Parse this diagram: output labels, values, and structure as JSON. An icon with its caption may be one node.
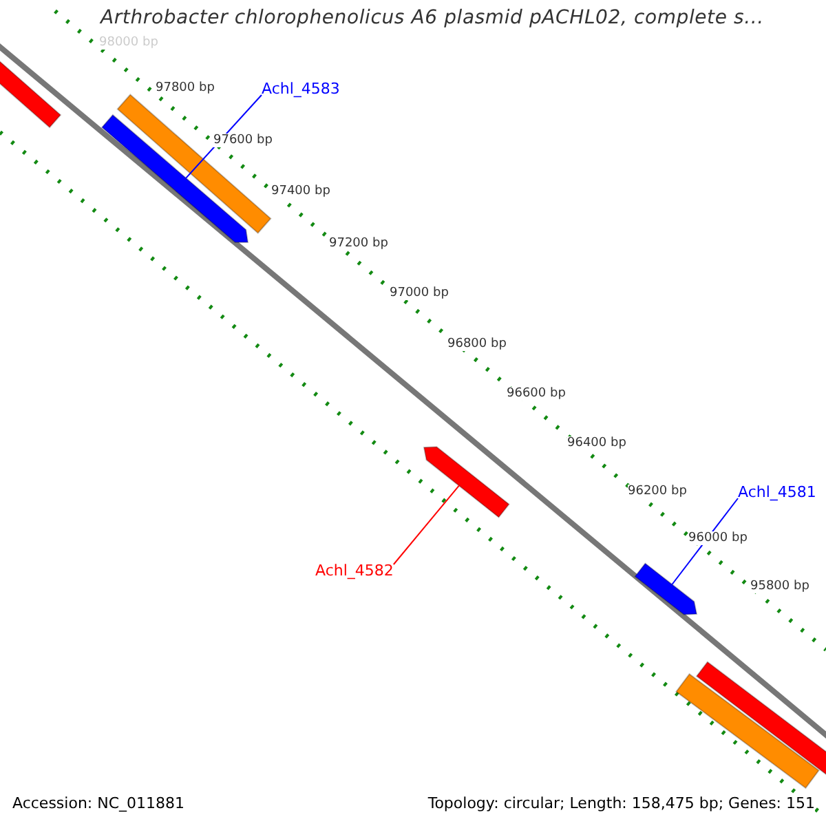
{
  "diagram": {
    "title": "Arthrobacter chlorophenolicus A6 plasmid pACHL02, complete s...",
    "nodes": [
      {
        "text": [
          "Achl_4583"
        ]
      },
      {
        "text": [],
        "shape": "bar"
      },
      {
        "text": [],
        "shape": "bar"
      },
      {
        "text": [],
        "shape": "arrow"
      },
      {
        "text": [
          "Achl_4582"
        ]
      },
      {
        "text": [],
        "shape": "arrow"
      },
      {
        "text": [
          "Achl_4581"
        ]
      },
      {
        "text": [],
        "shape": "arrow"
      },
      {
        "text": [],
        "shape": "bar"
      },
      {
        "text": [],
        "shape": "bar"
      }
    ],
    "edges": [
      {
        "from": 0,
        "to": 3,
        "arrow": "none",
        "color": "#0000ff"
      },
      {
        "from": 4,
        "to": 5,
        "arrow": "none",
        "color": "#ff0000"
      },
      {
        "from": 6,
        "to": 7,
        "arrow": "none",
        "color": "#0000ff"
      }
    ],
    "labels": [
      "98000 bp",
      "97800 bp",
      "97600 bp",
      "97400 bp",
      "97200 bp",
      "97000 bp",
      "96800 bp",
      "96600 bp",
      "96400 bp",
      "96200 bp",
      "96000 bp",
      "95800 bp",
      "Accession: NC_011881",
      "Topology: circular; Length: 158,475 bp; Genes: 151"
    ]
  }
}
